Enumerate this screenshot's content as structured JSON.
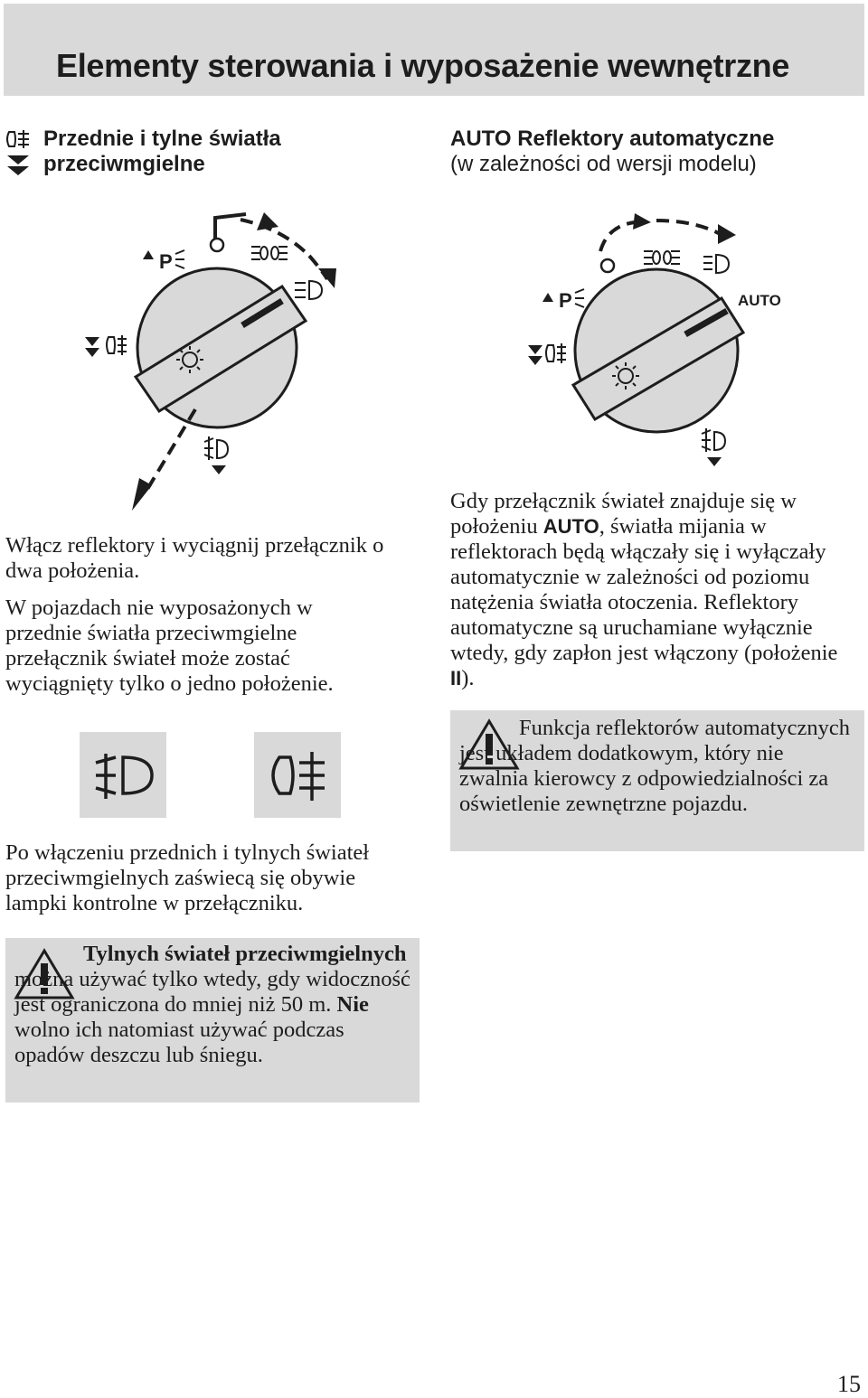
{
  "header": {
    "title": "Elementy sterowania i wyposażenie wewnętrzne"
  },
  "left_section": {
    "heading_line1": "Przednie i tylne światła",
    "heading_line2": "przeciwmgielne",
    "heading_icon": "fog-lamp-pull-icon",
    "para1": "Włącz reflektory i wyciągnij przełącznik o dwa położenia.",
    "para2": "W pojazdach nie wyposażonych w przednie światła przeciwmgielne przełącznik świateł może zostać wyciągnięty tylko o jedno położenie.",
    "para3": "Po włączeniu przednich i tylnych świateł przeciwmgielnych zaświecą się obywie lampki kontrolne w przełączniku.",
    "warning": {
      "bold1": "Tylnych świateł przeciwmgielnych",
      "text1": " można używać tylko wtedy, gdy widoczność jest ograniczona do mniej niż 50 m. ",
      "bold2": "Nie",
      "text2": " wolno ich natomiast używać podczas opadów deszczu lub śniegu."
    }
  },
  "right_section": {
    "heading_bold": "AUTO Reflektory automatyczne",
    "heading_sub": "(w zależności od wersji modelu)",
    "para_part1": "Gdy przełącznik świateł znajduje się w położeniu ",
    "para_auto": "AUTO",
    "para_part2": ", światła mijania w reflektorach będą włączały się i wyłączały automatycznie w zależności od poziomu natężenia światła otoczenia. Reflektory automatyczne są uruchamiane wyłącznie wtedy, gdy zapłon jest włączony (położenie ",
    "para_ii": "II",
    "para_part3": ").",
    "warning_text": "Funkcja reflektorów automatycznych jest układem dodatkowym, który nie zwalnia kierowcy z odpowiedzialności za oświetlenie zewnętrzne pojazdu."
  },
  "dial_labels": {
    "parking": "P",
    "auto": "AUTO"
  },
  "footer": {
    "page_number": "15"
  }
}
